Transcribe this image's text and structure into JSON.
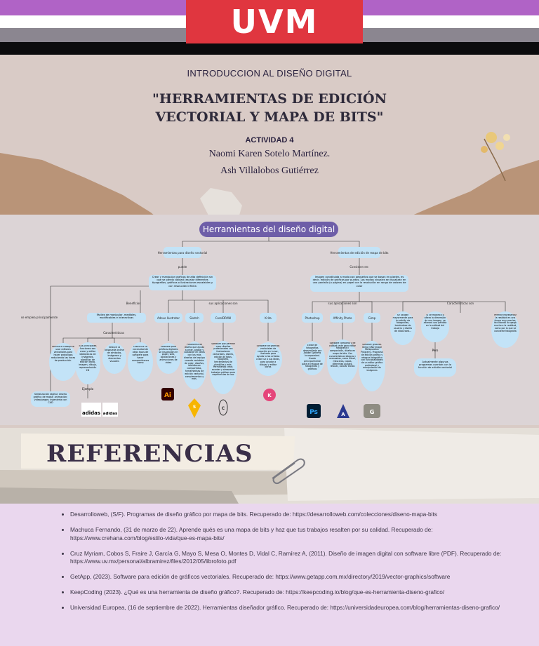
{
  "header": {
    "logo_text": "UVM"
  },
  "cover": {
    "subject": "INTRODUCCION AL DISEÑO DIGITAL",
    "title_line1": "\"HERRAMIENTAS DE EDICIÓN",
    "title_line2": "VECTORIAL Y MAPA DE BITS\"",
    "activity": "ACTIVIDAD 4",
    "author1": "Naomi Karen Sotelo Martínez.",
    "author2": "Ash Villalobos Gutiérrez"
  },
  "mindmap": {
    "title": "Herramientas del diseño digital",
    "left_root": "Herramientas para diseño vectorial",
    "left_connector": "puede",
    "left_def": "Crear y manipular graficos de alta definición sin que se pierda calidad (escalar diferentes tipografías, gráficos o ilustraciones escalables y con resolución infinita",
    "left_side": "se emplea principalmente",
    "left_side_box": "Señalización digital: diseño gráfico de moda; animación; videojuegos; ingeniería con CAD",
    "left_sub": "Beneficios",
    "left_sub_box": "Fáciles de manipular, medibles, modificables e interactivas",
    "left_sub2": "Características",
    "left_chars": [
      "Facilita el trabajo al usar editores vectoriales para hacer prototipos reduciendo las horas de producción.",
      "Sus principales funciones son crear y editar bibliotecas de imágenes, plantillas de edición texto, imagen, dibujo, representación 2D",
      "Reduce la búsqueda online de símbolos, imágenes y elementos visuales",
      "Disminuir la necesidad de otros tipos de software para hacer composiciones como"
    ],
    "left_example": "Ejemplo",
    "brands": [
      "adidas",
      "adidas"
    ],
    "left_apps_title": "sus aplicaciones son",
    "left_apps": [
      {
        "name": "Adove Ilustrator",
        "desc": "Software para gráficos digitales se inspiración en papel, web, aplicaciones y animaciones de video",
        "icon": "Ai"
      },
      {
        "name": "Sketch",
        "desc": "Plataforma de diseño que ayuda a crear, probar y colaborar en ideas con los más diseños del equipo usando variables de color, diseños, bibliotecas compartidas, herramientas de edición vectorial, complementos y más.",
        "icon": "S"
      },
      {
        "name": "CorelDRAW",
        "desc": "Software que permite crear diseños profesionales con ilustraciones vectoriales, diseño, edición de fotos, tipografía, herramientas de plantillas y más. Permitiendo crear, acceder y almacenar trabajos gráficos para experiencias de uso",
        "icon": "C"
      },
      {
        "name": "Krita",
        "desc": "Software de gráficos vectoriales de creación en Lunar, ilustrado para ayudar a los artistas a dar luz a sus ideas, para ayudar a dibujar y editar obras",
        "icon": "K"
      }
    ],
    "right_root": "Herramientas de edición de mapa de bits",
    "right_connector": "Consisten en:",
    "right_def": "Imagen constituida a modo con pequeños que se basan en píxeles, es decir, edición de gráficos por puntos. Los modos visuales se visualizan en una pantalla (o página) en papel con la resolución en rango de valores de color",
    "right_apps_title": "sus aplicaciones son",
    "right_chars_title": "Características son",
    "right_apps": [
      {
        "name": "Photoshop",
        "desc": "Editor de fotografías desarrollado por Adobe Systems Incorporated. Usado principalmente para el retoque de fotografías y gráficos",
        "icon": "Ps"
      },
      {
        "name": "Affinity Photo",
        "desc": "Software completo y de calidad; este para editar fotografía y composición, diseño en mapa de bits. Con características básicas y avanzadas, como filtros, máscaras, capas, diferentes ajustes, retocar, colocar textos",
        "icon": "A"
      },
      {
        "name": "Gimp",
        "desc": "Software gratuito. Gimp (GNU Image Manipulation Program). Programa de edición gráfica y retoque fotográfico con funcionalidades de un editor gráfico profesional y manipulación de imágenes",
        "icon": "G"
      }
    ],
    "right_chars": [
      "Se utilizan mayormente para la edición de fotografías, tomándose de usuario y diseño de sitios web...",
      "Si se modifica o altera la dimensión de una imagen, se alterará una pérdida en la calidad del trabajo",
      "Permite representar la realidad en una forma muy precisa, facilitando la apego mucho a la realidad, como por lo que se convierte fotografía"
    ],
    "right_sub": "Pero",
    "right_sub_box": "Actualmente algunos programas cuentan con la función de edición vectorial"
  },
  "references": {
    "title": "REFERENCIAS",
    "items": [
      "Desarrolloweb, (S/F). Programas de diseño gráfico por mapa de bits. Recuperado de: https://desarrolloweb.com/colecciones/diseno-mapa-bits",
      "Machuca Fernando, (31 de marzo de 22). Aprende qués es una mapa de bits y haz que tus trabajos resalten por su calidad. Recuperado de: https://www.crehana.com/blog/estilo-vida/que-es-mapa-bits/",
      "Cruz Myriam, Cobos S, Fraire J, García G, Mayo S, Mesa O, Montes D, Vidal C, Ramírez A, (2011). Diseño de imagen digital con software libre (PDF). Recuperado de: https://www.uv.mx/personal/albramirez/files/2012/05/librofoto.pdf",
      "GetApp, (2023). Software para edición de gráficos vectoriales. Recuperado de: https://www.getapp.com.mx/directory/2019/vector-graphics/software",
      "KeepCoding (2023). ¿Qué es una herramienta de diseño gráfico?. Recuperado de: https://keepcoding.io/blog/que-es-herramienta-diseno-grafico/",
      "Universidad Europea, (16 de septiembre de 2022). Herramientas diseñador gráfico. Recuperado de: https://universidadeuropea.com/blog/herramientas-diseno-grafico/"
    ]
  },
  "colors": {
    "accent": "#e0363f",
    "mindmap_title": "#6e5ea8",
    "node": "#c3e3f7",
    "references_bg": "#ead7ee",
    "header_purple": "#b063c6"
  }
}
